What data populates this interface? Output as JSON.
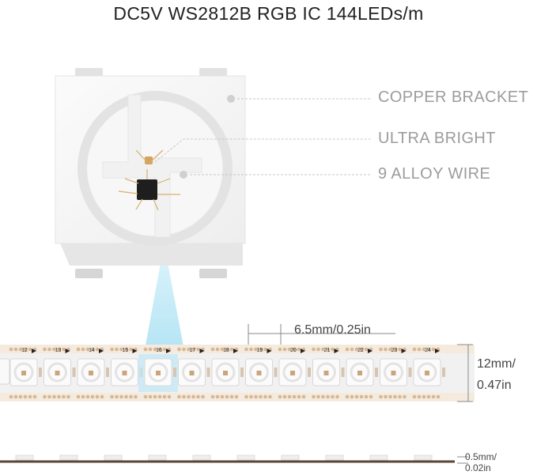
{
  "title": "DC5V WS2812B RGB IC 144LEDs/m",
  "callouts": {
    "copper_bracket": "COPPER BRACKET",
    "ultra_bright": "ULTRA BRIGHT",
    "alloy_wire": "9 ALLOY WIRE"
  },
  "dimensions": {
    "spacing": "6.5mm/0.25in",
    "width_line1": "12mm/",
    "width_line2": "0.47in",
    "thickness_line1": "0.5mm/",
    "thickness_line2": "0.02in"
  },
  "strip_numbers": [
    "12",
    "13",
    "14",
    "15",
    "16",
    "17",
    "18",
    "19",
    "20",
    "21",
    "22",
    "23",
    "24"
  ],
  "colors": {
    "strip_body": "#f1f1f1",
    "copper_pad": "#d8b894",
    "led_glow": "#bfe8f6",
    "pcb_edge": "#5a4634"
  }
}
